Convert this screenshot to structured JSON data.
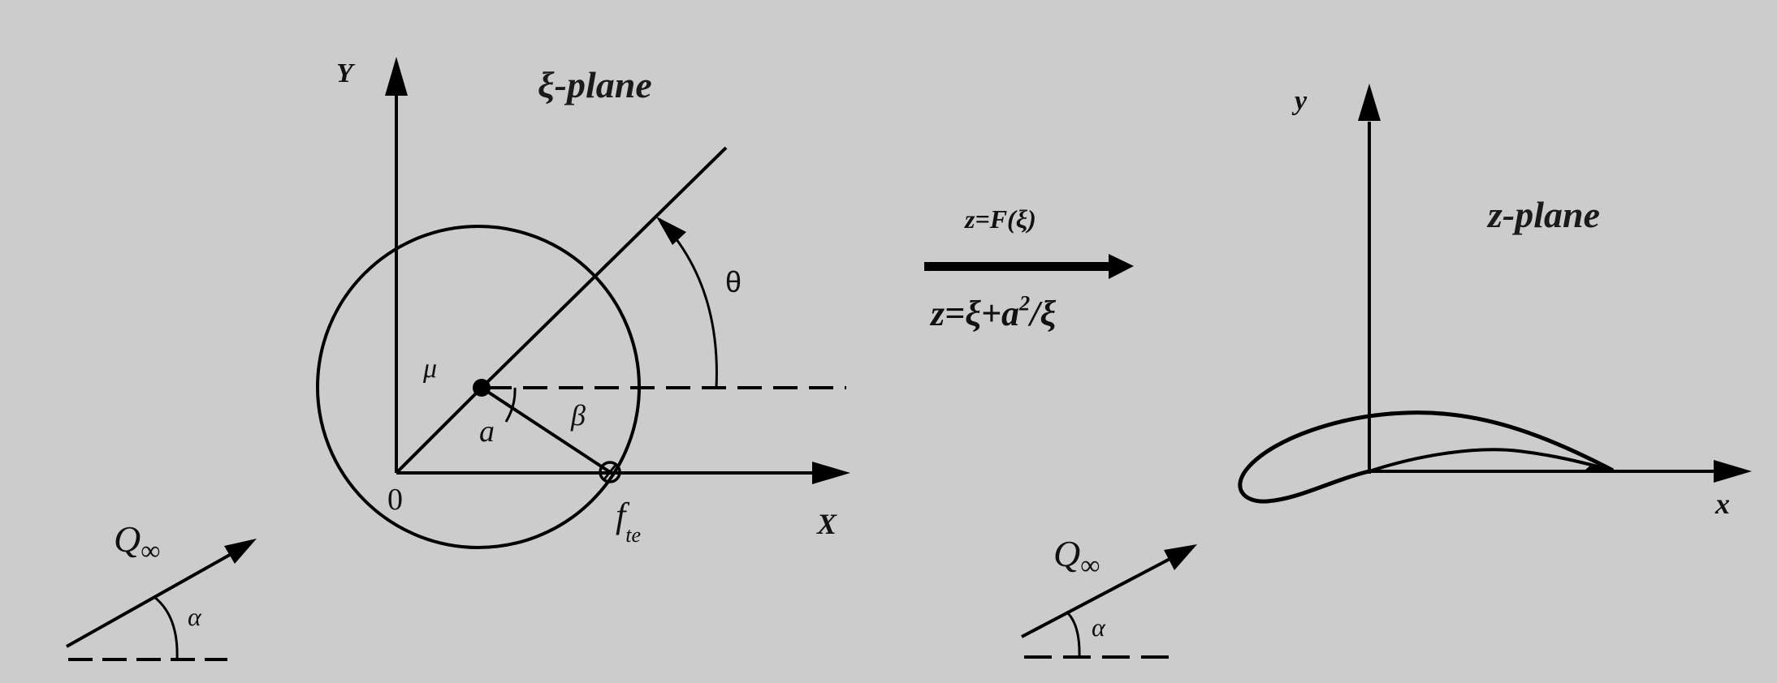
{
  "diagram": {
    "background": "#cccccc",
    "stroke": "#000000",
    "xi_plane": {
      "title": "ξ-plane",
      "axis_x_label": "X",
      "axis_y_label": "Y",
      "origin_label": "0",
      "center_label": "μ",
      "radius_label": "a",
      "angle_beta_label": "β",
      "angle_theta_label": "θ",
      "trailing_edge_label": "f",
      "trailing_edge_subscript": "te"
    },
    "mapping": {
      "general": "z=F(ξ)",
      "joukowski_prefix": "z=ξ+a",
      "joukowski_exp": "2",
      "joukowski_suffix": "/ξ"
    },
    "z_plane": {
      "title": "z-plane",
      "axis_x_label": "x",
      "axis_y_label": "y"
    },
    "freestream_left": {
      "velocity_label": "Q",
      "velocity_subscript": "∞",
      "angle_label": "α"
    },
    "freestream_right": {
      "velocity_label": "Q",
      "velocity_subscript": "∞",
      "angle_label": "α"
    }
  }
}
